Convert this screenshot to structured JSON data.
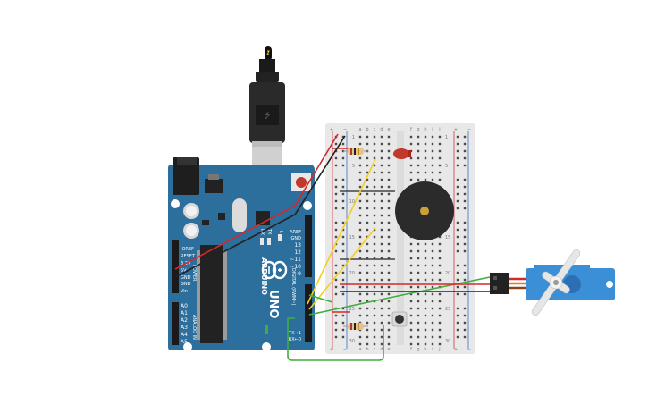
{
  "colors": {
    "board": "#2c6e9c",
    "board_dark": "#1f4f73",
    "breadboard": "#e8e8e8",
    "rail_red": "#d23a3a",
    "rail_blue": "#3a6fc0",
    "wire_red": "#d62828",
    "wire_black": "#222222",
    "wire_yellow": "#f2cf1f",
    "wire_green": "#3fae3f",
    "servo_body": "#3a8fd6",
    "led": "#c0392b",
    "buzzer": "#2b2b2b"
  },
  "arduino": {
    "brand": "ARDUINO",
    "model": "UNO",
    "digital_label": "DIGITAL (PWM~)",
    "power_label": "POWER",
    "analog_label": "ANALOG IN",
    "header_top": [
      "AREF",
      "GND",
      "13",
      "12",
      "~11",
      "~10",
      "~9",
      "8"
    ],
    "header_bottom": [
      "7",
      "~6",
      "~5",
      "4",
      "~3",
      "2",
      "TX→1",
      "RX←0"
    ],
    "power_pins": [
      "IOREF",
      "RESET",
      "3.3V",
      "5V",
      "GND",
      "GND",
      "Vin"
    ],
    "analog_pins": [
      "A0",
      "A1",
      "A2",
      "A3",
      "A4",
      "A5"
    ],
    "leds": [
      "L",
      "TX",
      "RX"
    ]
  },
  "breadboard": {
    "columns": [
      "a",
      "b",
      "c",
      "d",
      "e",
      "f",
      "g",
      "h",
      "i",
      "j"
    ],
    "rows": [
      "1",
      "5",
      "10",
      "15",
      "20",
      "25",
      "30"
    ],
    "rail_plus": "+",
    "rail_minus": "−"
  }
}
